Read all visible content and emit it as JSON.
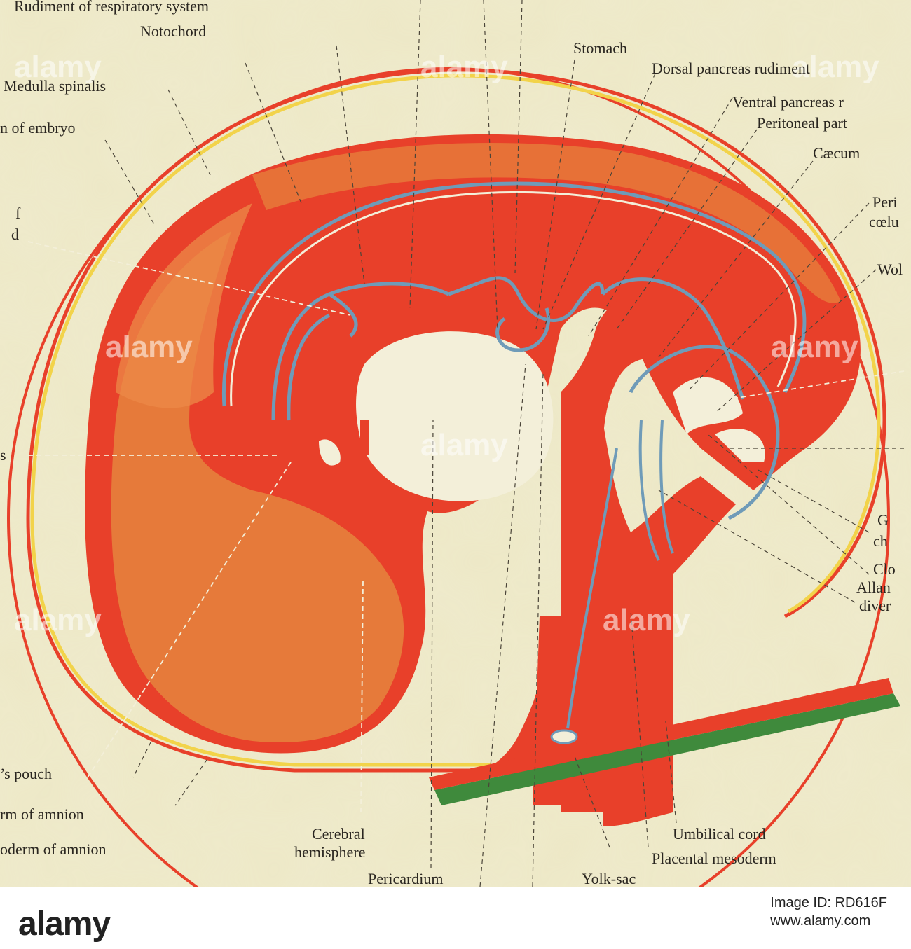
{
  "labels": {
    "respiratory": "Rudiment of respiratory system",
    "notochord": "Notochord",
    "medulla": "Medulla spinalis",
    "embryo": "n of embryo",
    "f": "f",
    "d": "d",
    "s": "s",
    "pouch": "’s pouch",
    "amnion_ecto": "rm of amnion",
    "amnion_meso": "oderm of amnion",
    "stomach": "Stomach",
    "dorsal_pancreas": "Dorsal pancreas rudiment",
    "ventral_pancreas": "Ventral pancreas r",
    "peritoneal_part": "Peritoneal part",
    "caecum": "Cæcum",
    "peri": "Peri",
    "coelu": "cœlu",
    "wol": "Wol",
    "g": "G",
    "ch": "ch",
    "clo": "Clo",
    "allan": "Allan",
    "diver": "diver",
    "cerebral": "Cerebral",
    "hemisphere": "hemisphere",
    "pericardium": "Pericardium",
    "yolk_sac": "Yolk-sac",
    "umbilical_cord": "Umbilical cord",
    "placental_mesoderm": "Placental mesoderm"
  },
  "watermark": "alamy",
  "footer": {
    "logo": "alamy",
    "image_id_label": "Image ID: RD616F",
    "site": "www.alamy.com"
  },
  "colors": {
    "background": "#ede8c6",
    "embryo_red": "#e8402a",
    "embryo_orange": "#e67a3a",
    "endoderm_blue": "#6f9bb8",
    "placenta_green": "#3f8a3c",
    "amnion_yellow": "#f2d34a"
  }
}
